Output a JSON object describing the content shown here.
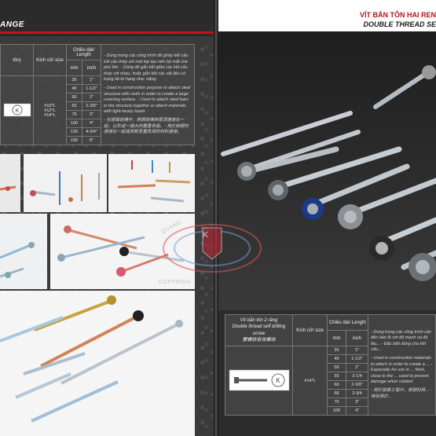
{
  "left": {
    "header_title": "ANGE",
    "table": {
      "col1_header": "tôn)",
      "size_header": "Kích cỡ/ size",
      "length_header": "Chiều dài/ Length",
      "mm_label": "mm",
      "inch_label": "inch",
      "sizes": [
        "#10*L",
        "#12*L",
        "#14*L"
      ],
      "rows": [
        {
          "mm": "25",
          "inch": "1\""
        },
        {
          "mm": "40",
          "inch": "1-1/2\""
        },
        {
          "mm": "50",
          "inch": "2\""
        },
        {
          "mm": "60",
          "inch": "2-3/8\""
        },
        {
          "mm": "75",
          "inch": "3\""
        },
        {
          "mm": "100",
          "inch": "4\""
        },
        {
          "mm": "120",
          "inch": "4-3/4\""
        },
        {
          "mm": "150",
          "inch": "6\""
        }
      ],
      "note_vn": "- Dùng trong các công trình để ghép kết cấu kết cấu thép với mái lợp tạo nên hệ mặt che phủ lớn. - Dùng để gắn kết giữa các kết cấu thép với nhau, hoặc gắn kết các vật liệu có trọng tải từ hạng nhẹ- nặng.",
      "note_en": "- Used in construction purpose to attach steel structure with roofs in order to create a large covering surface. - Used to attach steel bars in the structure together or attach materials with light-heavy loads",
      "note_cn": "- 在建築結構中，將鋼結構與屋頂連接在一起，以形成一個大的覆蓋表面。- 用於將鋼材連接在一起或與輕至重負荷的材料連接。"
    }
  },
  "right": {
    "title_vn": "VÍT BẮN TÔN HAI REN",
    "title_en": "DOUBLE THREAD SE",
    "table": {
      "name_vn": "Vít bắn tôn 2 răng",
      "name_en": "Double thread self drilling screw",
      "name_cn": "雙螺紋自攻螺絲",
      "size_header": "Kích cỡ/ size",
      "length_header": "Chiều dài/ Length",
      "mm_label": "mm",
      "inch_label": "inch",
      "size": "#14*L",
      "rows": [
        {
          "mm": "25",
          "inch": "1\""
        },
        {
          "mm": "40",
          "inch": "1-1/2\""
        },
        {
          "mm": "50",
          "inch": "2\""
        },
        {
          "mm": "55",
          "inch": "2-1/4"
        },
        {
          "mm": "60",
          "inch": "2-3/8\""
        },
        {
          "mm": "68",
          "inch": "2-3/4"
        },
        {
          "mm": "75",
          "inch": "3\""
        },
        {
          "mm": "100",
          "inch": "4\""
        }
      ],
      "note_vn": "- Dùng trong các công trình cần đến bản lề với độ mạnh và độ lâu... - Đặc biệt dùng cho kết cấu...",
      "note_en": "- Used in construction materials to attach in order to create a ... - Especially for use in ... thick, close to the ... used to prevent damage when rotated",
      "note_cn": "- 用於建築工程中，將鋼材與... - 特別用於..."
    }
  },
  "watermark": {
    "brand_top": "QUANG",
    "logo_letter": "K",
    "copyright": "COPYRIGH"
  },
  "colors": {
    "accent_red": "#c8101e",
    "title_red": "#b3141c",
    "table_bg": "#464646"
  }
}
